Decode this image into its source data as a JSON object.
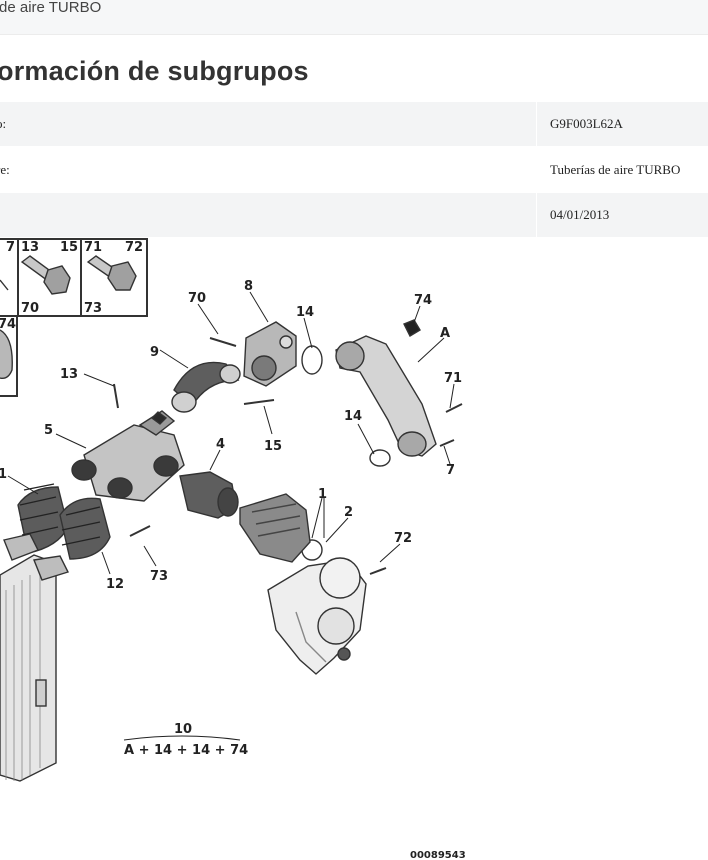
{
  "breadcrumb": {
    "text": "de aire TURBO"
  },
  "page": {
    "title": "ormación de subgrupos"
  },
  "info_rows": [
    {
      "label": "o:",
      "value": "G9F003L62A"
    },
    {
      "label": "re:",
      "value": "Tuberías de aire TURBO"
    },
    {
      "label": ":",
      "value": "04/01/2013"
    }
  ],
  "diagram": {
    "callouts": [
      "70",
      "8",
      "14",
      "74",
      "A",
      "9",
      "13",
      "71",
      "5",
      "4",
      "14",
      "15",
      "7",
      "1",
      "2",
      "72",
      "73",
      "12",
      "1"
    ],
    "inset_labels": [
      "7",
      "13",
      "15",
      "71",
      "72",
      "70",
      "73",
      "74"
    ],
    "kit": {
      "number": "10",
      "formula": "A + 14 + 14 + 74"
    },
    "image_ref": "00089543"
  }
}
